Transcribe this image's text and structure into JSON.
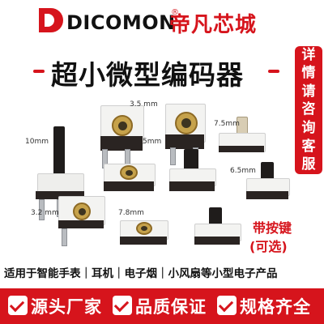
{
  "brand": {
    "logo_text": "DICOMON",
    "registered": "®",
    "name_cn": "帝凡芯城"
  },
  "title": "超小微型编码器",
  "side_banner": [
    "详",
    "情",
    "请",
    "咨",
    "询",
    "客",
    "服"
  ],
  "dimensions": {
    "d1": "3.5 mm",
    "d2": "7.5mm",
    "d3": "10mm",
    "d4": "5mm",
    "d5": "6.5mm",
    "d6": "3.2 mm",
    "d7": "7.8mm"
  },
  "button_note": {
    "line1": "带按键",
    "line2": "(可选)"
  },
  "applications": "适用于智能手表｜耳机｜电子烟｜小风扇等小型电子产品",
  "bottom_bar": [
    {
      "label": "源头厂家"
    },
    {
      "label": "品质保证"
    },
    {
      "label": "规格齐全"
    }
  ],
  "colors": {
    "brand_red": "#d6141c"
  }
}
